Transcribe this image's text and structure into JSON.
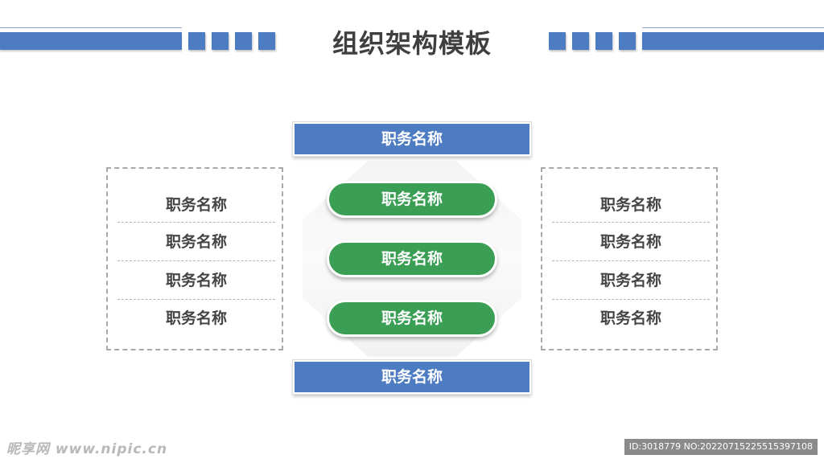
{
  "title": "组织架构模板",
  "colors": {
    "accent_blue": "#4e7cc2",
    "accent_green": "#3a9e55",
    "text_dark": "#444444",
    "dashed_border": "#a9a9a9"
  },
  "org_chart": {
    "top_box": "职务名称",
    "center_items": [
      "职务名称",
      "职务名称",
      "职务名称"
    ],
    "bottom_box": "职务名称",
    "left_panel": [
      "职务名称",
      "职务名称",
      "职务名称",
      "职务名称"
    ],
    "right_panel": [
      "职务名称",
      "职务名称",
      "职务名称",
      "职务名称"
    ]
  },
  "watermark": {
    "site": "昵享网 www.nipic.cn",
    "id_text": "ID:3018779 NO:20220715225515397108"
  }
}
